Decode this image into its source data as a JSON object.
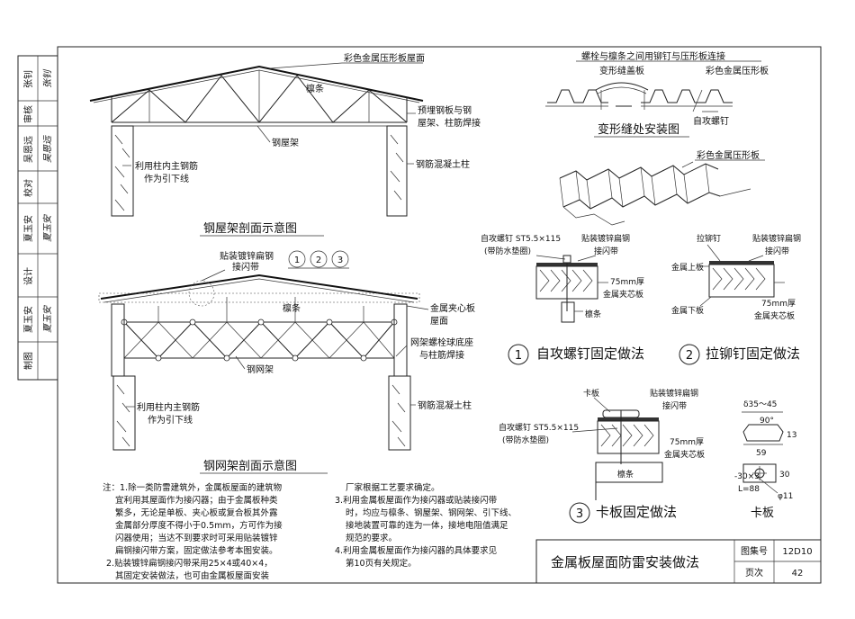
{
  "sidebar": {
    "rows": [
      {
        "role": "张钊",
        "sign": "张钊"
      },
      {
        "role": "审核",
        "sign": ""
      },
      {
        "role": "吴恩远",
        "sign": "吴恩远"
      },
      {
        "role": "校对",
        "sign": ""
      },
      {
        "role": "夏玉安",
        "sign": "夏玉安"
      },
      {
        "role": "设计",
        "sign": ""
      },
      {
        "role": "夏玉安",
        "sign": "夏玉安"
      },
      {
        "role": "制图",
        "sign": ""
      }
    ]
  },
  "steel_roof": {
    "title": "钢屋架剖面示意图",
    "labels": {
      "roof": "彩色金属压形板屋面",
      "purlin": "檩条",
      "embed1": "预埋钢板与钢",
      "embed2": "屋架、柱筋焊接",
      "truss": "钢屋架",
      "rebar1": "利用柱内主钢筋",
      "rebar2": "作为引下线",
      "column": "钢筋混凝土柱"
    }
  },
  "space_frame": {
    "title": "钢网架剖面示意图",
    "labels": {
      "strip1": "贴装镀锌扁钢",
      "strip2": "接闪带",
      "n1": "1",
      "n2": "2",
      "n3": "3",
      "panel1": "金属夹心板",
      "panel2": "屋面",
      "purlin": "檩条",
      "base1": "网架螺栓球底座",
      "base2": "与柱筋焊接",
      "frame": "钢网架",
      "rebar1": "利用柱内主钢筋",
      "rebar2": "作为引下线",
      "column": "钢筋混凝土柱"
    }
  },
  "joint": {
    "title": "变形缝处安装图",
    "labels": {
      "top": "螺栓与檩条之间用铆钉与压形板连接",
      "cover": "变形缝盖板",
      "sheet": "彩色金属压形板",
      "screw": "自攻螺钉"
    }
  },
  "profiled": {
    "label": "彩色金属压形板"
  },
  "detail1": {
    "num": "1",
    "title": "自攻螺钉固定做法",
    "screw1": "自攻螺钉 ST5.5×115",
    "screw2": "(带防水垫圈)",
    "strip1": "贴装镀锌扁钢",
    "strip2": "接闪带",
    "thick1": "75mm厚",
    "thick2": "金属夹芯板",
    "purlin": "檩条"
  },
  "detail2": {
    "num": "2",
    "title": "拉铆钉固定做法",
    "rivet": "拉铆钉",
    "strip1": "贴装镀锌扁钢",
    "strip2": "接闪带",
    "upper": "金属上板",
    "lower": "金属下板",
    "thick1": "75mm厚",
    "thick2": "金属夹芯板"
  },
  "detail3": {
    "num": "3",
    "title": "卡板固定做法",
    "clip": "卡板",
    "strip1": "贴装镀锌扁钢",
    "strip2": "接闪带",
    "screw1": "自攻螺钉 ST5.5×115",
    "screw2": "(带防水垫圈)",
    "thick1": "75mm厚",
    "thick2": "金属夹芯板",
    "purlin": "檩条"
  },
  "clip_detail": {
    "title": "卡板",
    "dim1": "δ35～45",
    "angle": "90°",
    "d13": "13",
    "d59": "59",
    "d30a": "-30×3",
    "len": "L=88",
    "d30b": "30",
    "hole": "φ11"
  },
  "notes_left": [
    "注：1.除一类防雷建筑外，金属板屋面的建筑物",
    "宜利用其屋面作为接闪器；由于金属板种类",
    "繁多，无论是单板、夹心板或复合板其外露",
    "金属部分厚度不得小于0.5mm，方可作为接",
    "闪器使用；当达不到要求时可采用贴装镀锌",
    "扁钢接闪带方案，固定做法参考本图安装。",
    "2.贴装镀锌扁钢接闪带采用25×4或40×4，",
    "其固定安装做法，也可由金属板屋面安装"
  ],
  "notes_right": [
    "厂家根据工艺要求确定。",
    "3.利用金属板屋面作为接闪器或贴装接闪带",
    "时，均应与檩条、钢屋架、钢网架、引下线、",
    "接地装置可靠的连为一体，接地电阻值满足",
    "规范的要求。",
    "4.利用金属板屋面作为接闪器的具体要求见",
    "第10页有关规定。"
  ],
  "titleblock": {
    "title": "金属板屋面防雷安装做法",
    "atlas_label": "图集号",
    "atlas": "12D10",
    "page_label": "页次",
    "page": "42"
  }
}
